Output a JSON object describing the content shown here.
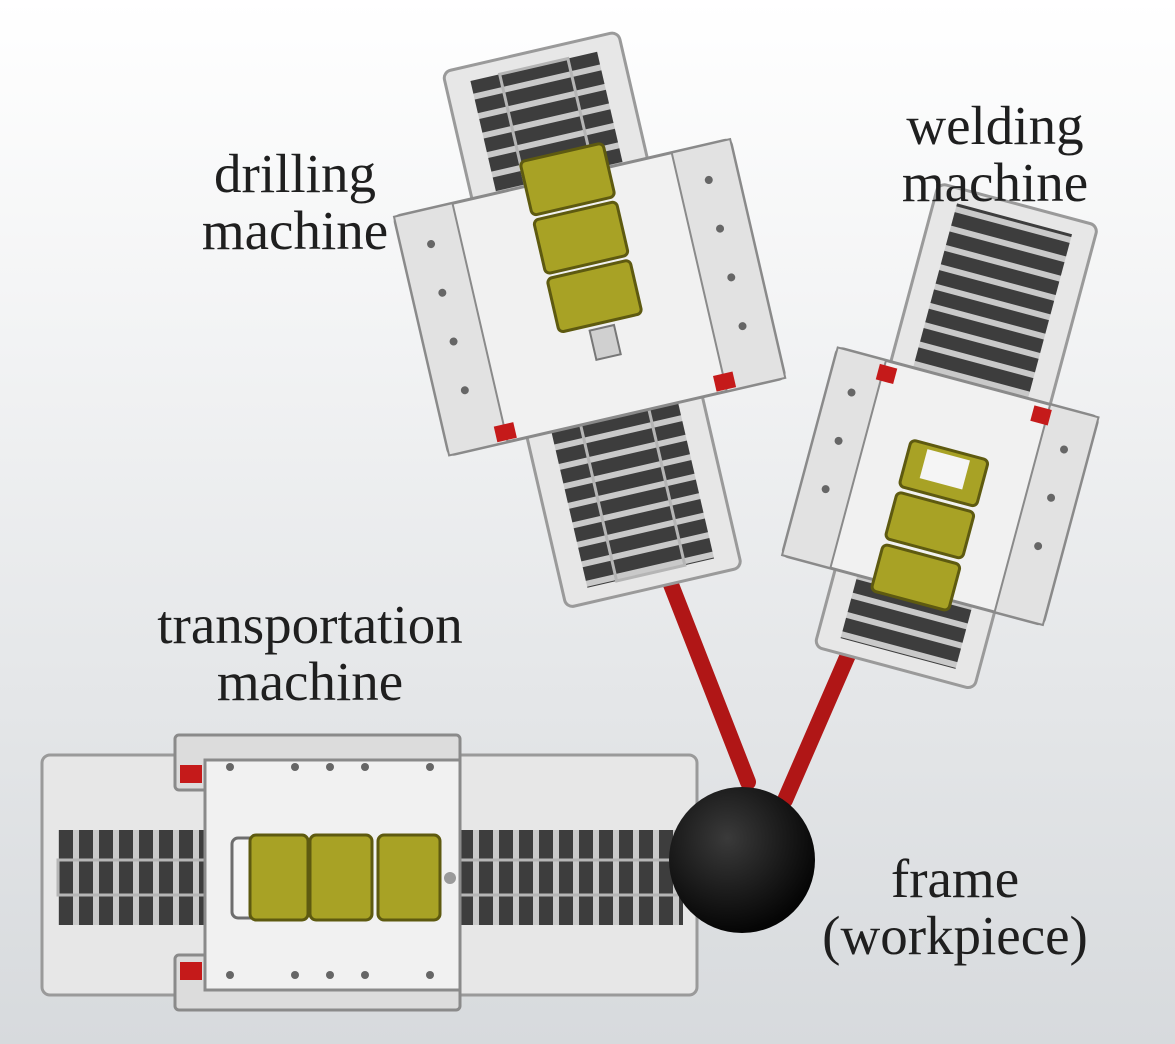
{
  "labels": {
    "drilling": [
      "drilling",
      "machine"
    ],
    "welding": [
      "welding",
      "machine"
    ],
    "transportation": [
      "transportation",
      "machine"
    ],
    "frame": [
      "frame",
      "(workpiece)"
    ]
  },
  "colors": {
    "background_top": "#ffffff",
    "background_bottom": "#d7dadd",
    "rail_body": "#e7e7e7",
    "rail_slots": "#3d3d3d",
    "carriage": "#f1f1f1",
    "motor_module": "#a8a225",
    "connector_rod": "#b01616",
    "frame_sphere": "#0d0d0d",
    "label_text": "#1f1f1f"
  }
}
